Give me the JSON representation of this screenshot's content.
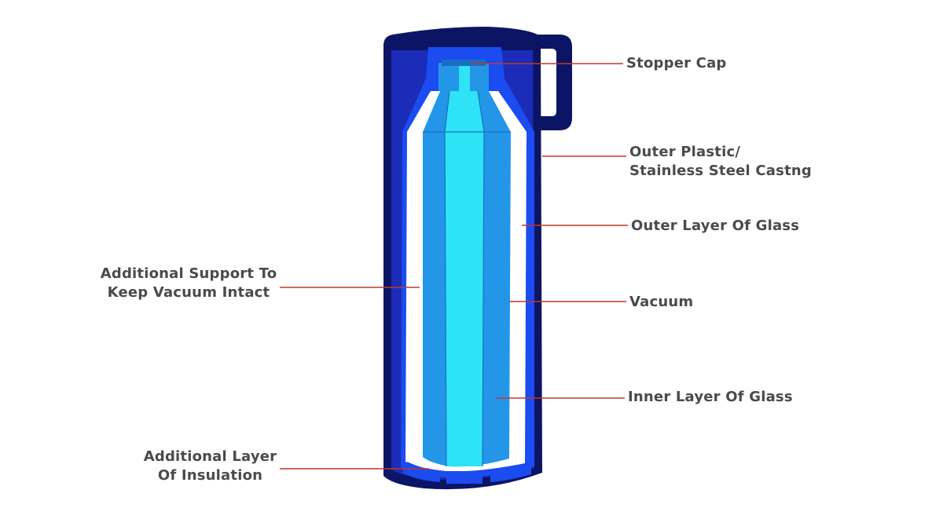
{
  "colors": {
    "label_text": "#4a4a4a",
    "leader_line": "#c0392b",
    "outer_casing": "#0c1565",
    "casing_inner_band": "#1b2cb8",
    "insulation_blue": "#1a4cf0",
    "vacuum_white": "#ffffff",
    "inner_glass_blue": "#2496e8",
    "liquid_cyan": "#2ee3f5",
    "background": "#ffffff"
  },
  "labels": {
    "stopper_cap": [
      "Stopper Cap"
    ],
    "outer_casing": [
      "Outer Plastic/",
      "Stainless Steel Castng"
    ],
    "outer_glass": [
      "Outer Layer Of Glass"
    ],
    "vacuum": [
      "Vacuum"
    ],
    "inner_glass": [
      "Inner Layer Of Glass"
    ],
    "support": [
      "Additional Support To",
      "Keep Vacuum Intact"
    ],
    "insulation": [
      "Additional Layer",
      "Of Insulation"
    ]
  }
}
